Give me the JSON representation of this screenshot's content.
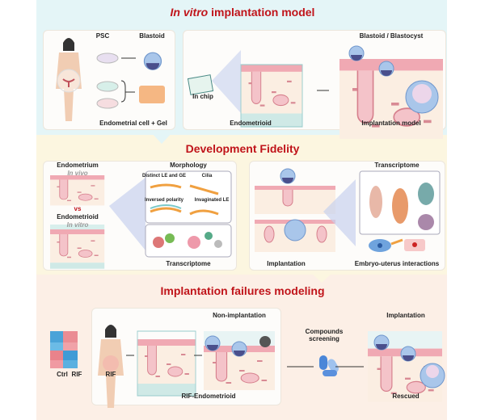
{
  "sections": {
    "s1": {
      "title_italic": "In vitro",
      "title_rest": " implantation model",
      "psc": "PSC",
      "blastoid": "Blastoid",
      "endometrial_gel": "Endometrial cell + Gel",
      "in_chip": "In chip",
      "endometrioid": "Endometrioid",
      "blastoid_blastocyst": "Blastoid / Blastocyst",
      "implantation_model": "Implantation model"
    },
    "s2": {
      "title": "Development Fidelity",
      "endometrium": "Endometrium",
      "in_vivo": "In vivo",
      "vs": "vs",
      "endometrioid": "Endometrioid",
      "in_vitro": "In vitro",
      "morphology": "Morphology",
      "distinct": "Distinct LE and GE",
      "cilia": "Cilia",
      "inversed": "Inversed polarity",
      "invaginated": "Invaginated LE",
      "transcriptome_left": "Transcriptome",
      "implantation": "Implantation",
      "transcriptome_right": "Transcriptome",
      "interactions": "Embryo-uterus interactions"
    },
    "s3": {
      "title": "Implantation failures modeling",
      "ctrl": "Ctrl",
      "rif_heat": "RIF",
      "rif_woman": "RIF",
      "non_implantation": "Non-implantation",
      "rif_endometrioid": "RIF-Endometrioid",
      "compounds": "Compounds",
      "screening": "screening",
      "implantation": "Implantation",
      "rescued": "Rescued"
    }
  },
  "colors": {
    "title_red": "#c0141a",
    "s1_bg": "#e4f5f7",
    "s2_bg": "#fcf6e0",
    "s3_bg": "#fcefe6",
    "tissue_pink": "#f2b8bf",
    "embryo_blue": "#8fb3e0"
  }
}
